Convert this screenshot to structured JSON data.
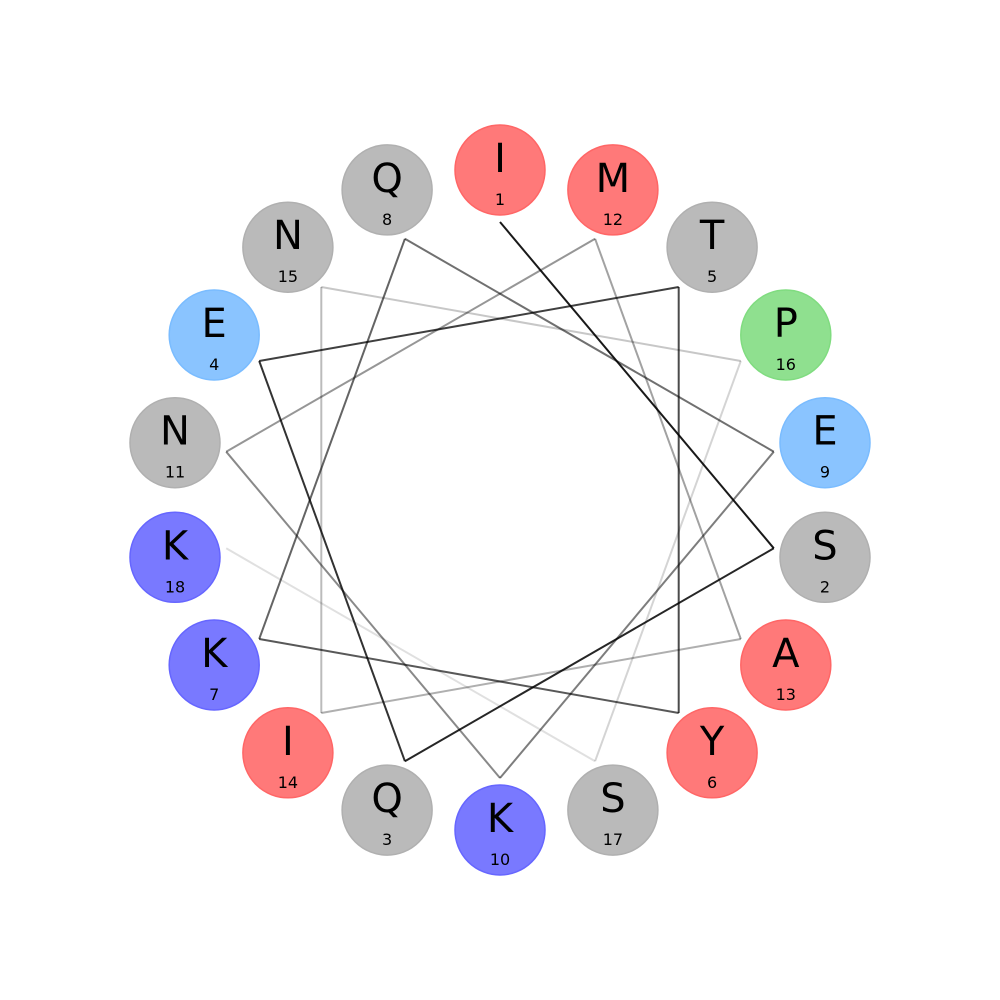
{
  "colors": {
    "background": "#ffffff",
    "line": "#000000",
    "hydrophobic": "#ff6666",
    "polar": "#b0b0b0",
    "acidic": "#7abcff",
    "basic": "#6666ff",
    "proline": "#80dc80"
  },
  "residues": [
    {
      "index": "1",
      "letter": "I",
      "color": "#ff6666"
    },
    {
      "index": "2",
      "letter": "S",
      "color": "#b0b0b0"
    },
    {
      "index": "3",
      "letter": "Q",
      "color": "#b0b0b0"
    },
    {
      "index": "4",
      "letter": "E",
      "color": "#7abcff"
    },
    {
      "index": "5",
      "letter": "T",
      "color": "#b0b0b0"
    },
    {
      "index": "6",
      "letter": "Y",
      "color": "#ff6666"
    },
    {
      "index": "7",
      "letter": "K",
      "color": "#6666ff"
    },
    {
      "index": "8",
      "letter": "Q",
      "color": "#b0b0b0"
    },
    {
      "index": "9",
      "letter": "E",
      "color": "#7abcff"
    },
    {
      "index": "10",
      "letter": "K",
      "color": "#6666ff"
    },
    {
      "index": "11",
      "letter": "N",
      "color": "#b0b0b0"
    },
    {
      "index": "12",
      "letter": "M",
      "color": "#ff6666"
    },
    {
      "index": "13",
      "letter": "A",
      "color": "#ff6666"
    },
    {
      "index": "14",
      "letter": "I",
      "color": "#ff6666"
    },
    {
      "index": "15",
      "letter": "N",
      "color": "#b0b0b0"
    },
    {
      "index": "16",
      "letter": "P",
      "color": "#80dc80"
    },
    {
      "index": "17",
      "letter": "S",
      "color": "#b0b0b0"
    },
    {
      "index": "18",
      "letter": "K",
      "color": "#6666ff"
    }
  ]
}
